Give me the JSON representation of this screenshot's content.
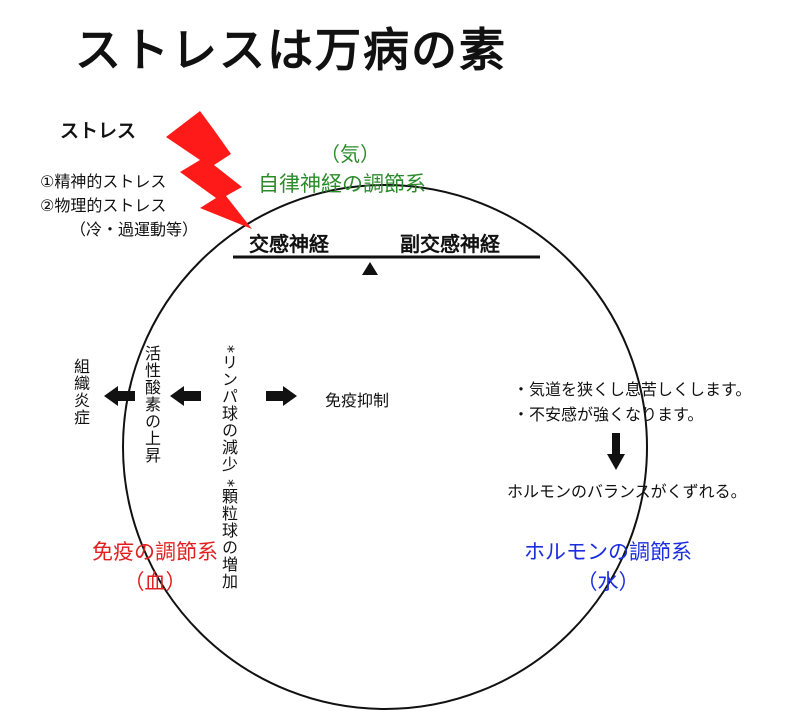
{
  "title": "ストレスは万病の素",
  "stress": {
    "heading": "ストレス",
    "items": [
      "①精神的ストレス",
      "②物理的ストレス"
    ],
    "note": "（冷・過運動等）"
  },
  "autonomic": {
    "element": "（気）",
    "name": "自律神経の調節系",
    "sympathetic": "交感神経",
    "parasympathetic": "副交感神経"
  },
  "left": {
    "inflammation": "組織炎症",
    "oxygen": "活性酸素の上昇",
    "lymph": "*リンパ球の減少",
    "granulocyte": "*顆粒球の増加",
    "immune_suppression": "免疫抑制"
  },
  "right": {
    "symptom1": "・気道を狭くし息苦しくします。",
    "symptom2": "・不安感が強くなります。",
    "result": "ホルモンのバランスがくずれる。"
  },
  "immune": {
    "name": "免疫の調節系",
    "element": "（血）"
  },
  "hormone": {
    "name": "ホルモンの調節系",
    "element": "（水）"
  },
  "colors": {
    "green": "#2c8c2c",
    "red": "#e02020",
    "blue": "#1a2ee0",
    "bolt": "#ff1a1a"
  }
}
